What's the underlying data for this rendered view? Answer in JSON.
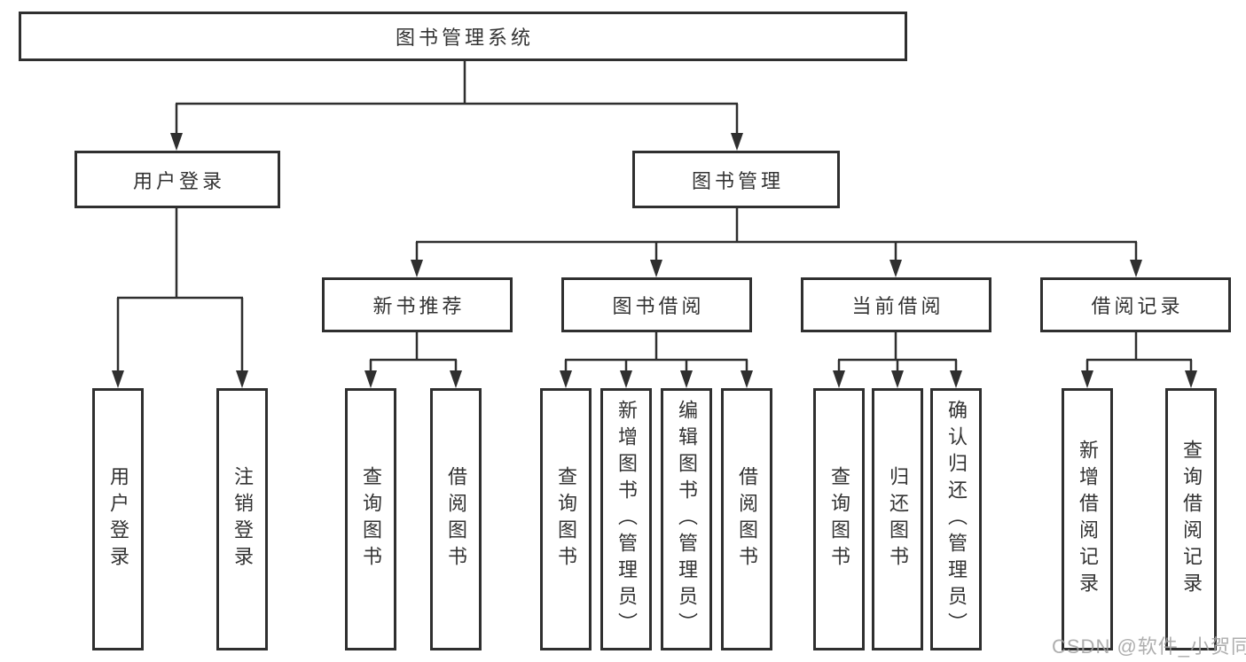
{
  "diagram": {
    "title": "图书管理系统",
    "watermark": "CSDN @软件_小贺同学",
    "colors": {
      "line": "#2f2f2f",
      "box_border": "#2f2f2f",
      "text": "#333333",
      "background": "#ffffff",
      "watermark": "#a0a0a0"
    }
  },
  "nodes": {
    "root": {
      "label": "图书管理系统"
    },
    "level2": {
      "user_login": {
        "label": "用户登录"
      },
      "book_management": {
        "label": "图书管理"
      }
    },
    "level3": {
      "new_book_recommend": {
        "label": "新书推荐"
      },
      "book_borrowing": {
        "label": "图书借阅"
      },
      "current_borrowing": {
        "label": "当前借阅"
      },
      "borrowing_records": {
        "label": "借阅记录"
      }
    },
    "leaves": {
      "user_login": {
        "label": "用户登录"
      },
      "logout": {
        "label": "注销登录"
      },
      "query_books_recommend": {
        "label": "查询图书"
      },
      "borrow_books_recommend": {
        "label": "借阅图书"
      },
      "query_books_borrowing": {
        "label": "查询图书"
      },
      "add_books_admin": {
        "label": "新增图书（管理员）"
      },
      "edit_books_admin": {
        "label": "编辑图书（管理员）"
      },
      "borrow_books": {
        "label": "借阅图书"
      },
      "query_books_current": {
        "label": "查询图书"
      },
      "return_books": {
        "label": "归还图书"
      },
      "confirm_return_admin": {
        "label": "确认归还（管理员）"
      },
      "add_borrow_record": {
        "label": "新增借阅记录"
      },
      "query_borrow_record": {
        "label": "查询借阅记录"
      }
    }
  }
}
